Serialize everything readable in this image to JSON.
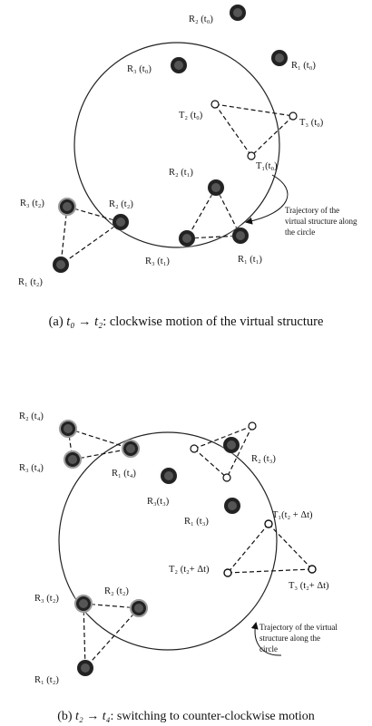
{
  "panel_a": {
    "labels": {
      "r2_t0": "R₂ (t₀)",
      "r3_t0": "R₃ (t₀)",
      "r1_t0": "R₁ (t₀)",
      "t2_t0": "T₂ (t₀)",
      "t3_t0": "T₃ (t₀)",
      "t1_t0": "T₁(t₀)",
      "r2_t1": "R₂ (t₁)",
      "r3_t2": "R₃ (t₂)",
      "r2_t2": "R₂ (t₂)",
      "r3_t1": "R₃ (t₁)",
      "r1_t1": "R₁ (t₁)",
      "r1_t2": "R₁ (t₂)"
    },
    "note_lines": [
      "Trajectory of the",
      "virtual structure along",
      "the circle"
    ],
    "caption_prefix": "(a)",
    "caption_math": "t₀ → t₂",
    "caption_text": ": clockwise motion of the virtual structure"
  },
  "panel_b": {
    "labels": {
      "r2_t4": "R₂ (t₄)",
      "r3_t4": "R₃ (t₄)",
      "r1_t4": "R₁ (t₄)",
      "r2_t3": "R₂ (t₃)",
      "r3_t3": "R₃(t₃)",
      "r1_t3": "R₁ (t₃)",
      "t1": "T₁(t₂ + Δt)",
      "t2": "T₂ (t₂+ Δt)",
      "t3": "T₃ (t₂+ Δt)",
      "r3_t2": "R₃ (t₂)",
      "r2_t2": "R₂ (t₂)",
      "r1_t2": "R₁ (t₂)"
    },
    "note_lines": [
      "Trajectory of the virtual",
      "structure along the",
      "circle"
    ],
    "caption_prefix": "(b)",
    "caption_math": "t₂ → t₄",
    "caption_text": ": switching to counter-clockwise motion"
  }
}
